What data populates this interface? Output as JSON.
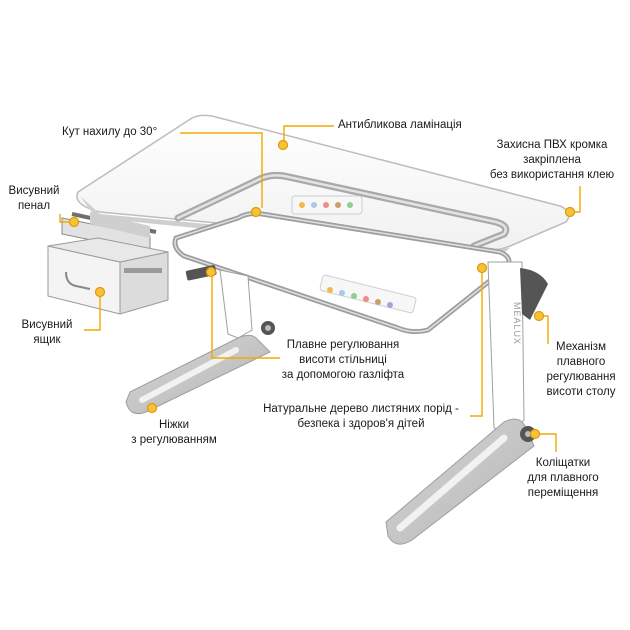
{
  "accent_color": "#f2a900",
  "callouts": {
    "tilt": [
      "Кут нахилу до 30°"
    ],
    "lamination": [
      "Антибликова ламінація"
    ],
    "pvc_edge": [
      "Захисна ПВХ кромка",
      "закріплена",
      "без використання клею"
    ],
    "pencil_case": [
      "Висувний",
      "пенал"
    ],
    "drawer": [
      "Висувний",
      "ящик"
    ],
    "gas_lift": [
      "Плавне регулювання",
      "висоти стільниці",
      "за допомогою газліфта"
    ],
    "mechanism": [
      "Механізм",
      "плавного",
      "регулювання",
      "висоти столу"
    ],
    "legs": [
      "Ніжки",
      "з регулюванням"
    ],
    "wood": [
      "Натуральне дерево листяних порід -",
      "безпека і здоров'я дітей"
    ],
    "wheels": [
      "Коліщатки",
      "для плавного",
      "переміщення"
    ]
  },
  "brand_text": "MEALUX"
}
